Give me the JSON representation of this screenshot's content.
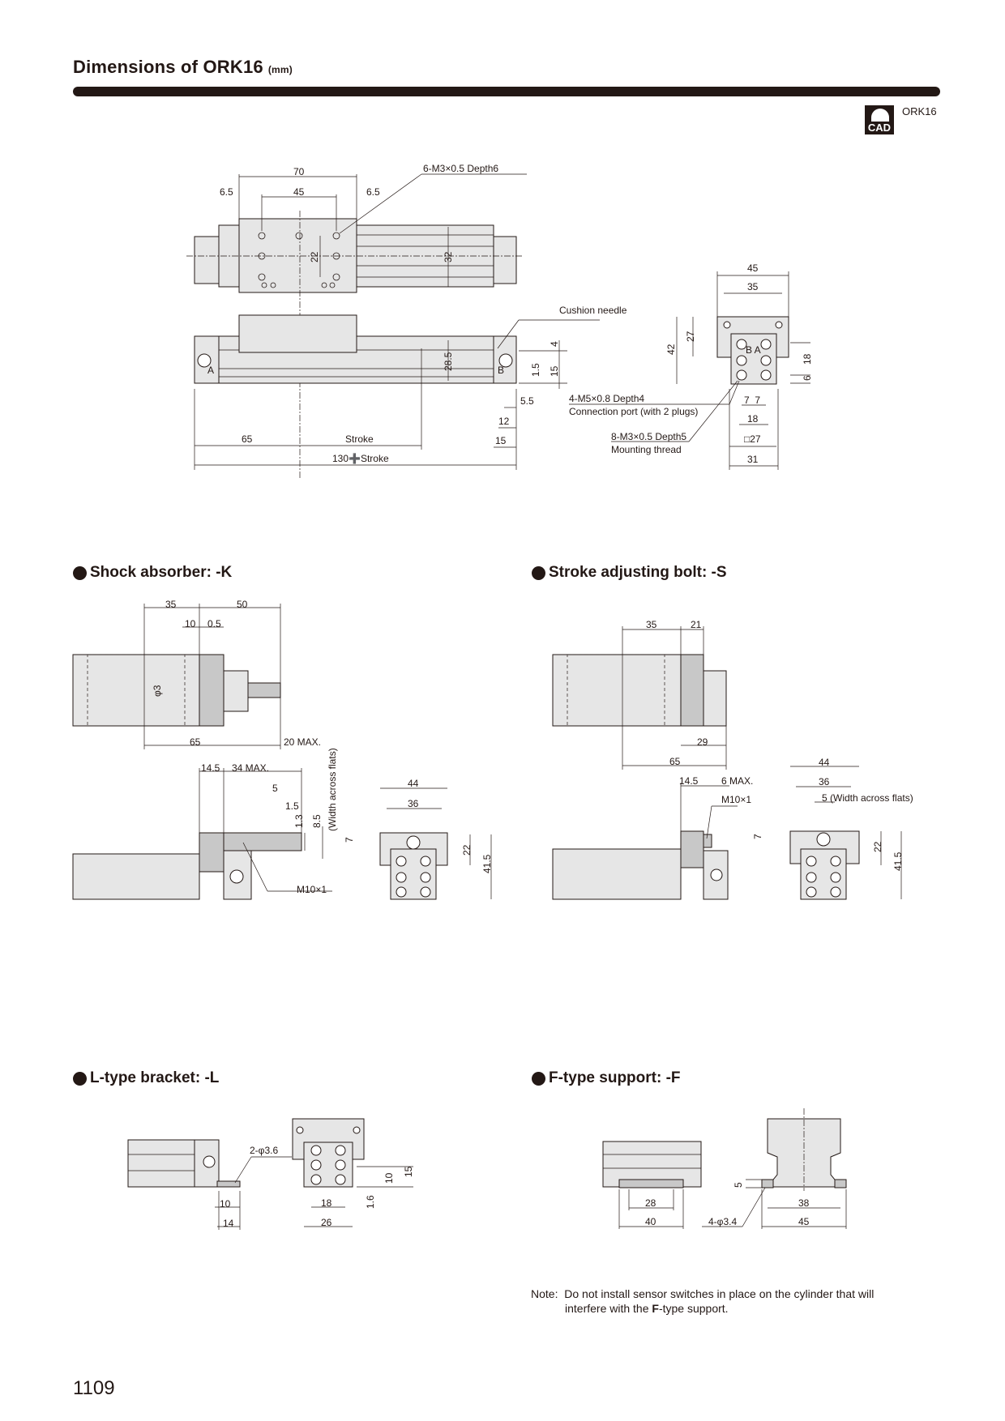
{
  "header": {
    "title": "Dimensions of ORK16",
    "unit": "(mm)",
    "cad_icon_label": "CAD",
    "cad_model": "ORK16"
  },
  "main": {
    "top_view": {
      "d70": "70",
      "d6_5_left": "6.5",
      "d45": "45",
      "d6_5_right": "6.5",
      "thread_note": "6-M3×0.5 Depth6",
      "d22": "22",
      "d32": "32"
    },
    "side_view": {
      "cushion": "Cushion needle",
      "d4": "4",
      "d28_5": "28.5",
      "d1_5": "1.5",
      "d15v": "15",
      "port_a": "A",
      "port_b": "B",
      "d5_5": "5.5",
      "d12": "12",
      "d15": "15",
      "d65": "65",
      "stroke": "Stroke",
      "total": "130➕Stroke"
    },
    "end_view": {
      "d45": "45",
      "d35": "35",
      "d42": "42",
      "d27": "27",
      "d18v": "18",
      "d6": "6",
      "ports": "B A",
      "d7_7": "7  7",
      "d18": "18",
      "sq27": "□27",
      "d31": "31",
      "port_note_1": "4-M5×0.8 Depth4",
      "port_note_2": "Connection port (with 2 plugs)",
      "mount_note_1": "8-M3×0.5 Depth5",
      "mount_note_2": "Mounting thread"
    }
  },
  "shock": {
    "heading": "Shock absorber: -K",
    "d35": "35",
    "d50": "50",
    "d10": "10",
    "d0_5": "0.5",
    "phi3": "φ3",
    "d65": "65",
    "d20max": "20 MAX.",
    "d14_5": "14.5",
    "d34max": "34 MAX.",
    "d5": "5",
    "d1_5": "1.5",
    "d1_3": "1.3",
    "d8_5": "8.5",
    "waf": "(Width across flats)",
    "d7": "7",
    "d44": "44",
    "d36": "36",
    "d22": "22",
    "d41_5": "41.5",
    "thread": "M10×1"
  },
  "stroke_bolt": {
    "heading": "Stroke adjusting bolt: -S",
    "d35": "35",
    "d21": "21",
    "d29": "29",
    "d65": "65",
    "d14_5": "14.5",
    "d6max": "6 MAX.",
    "thread": "M10×1",
    "d44": "44",
    "d36": "36",
    "waf": "5 (Width across flats)",
    "d7": "7",
    "d22": "22",
    "d41_5": "41.5"
  },
  "l_bracket": {
    "heading": "L-type bracket: -L",
    "holes": "2-φ3.6",
    "d10": "10",
    "d14": "14",
    "d18": "18",
    "d26": "26",
    "d1_6": "1.6",
    "d10v": "10",
    "d15v": "15"
  },
  "f_support": {
    "heading": "F-type support: -F",
    "d28": "28",
    "d40": "40",
    "d5": "5",
    "holes": "4-φ3.4",
    "d38": "38",
    "d45": "45"
  },
  "note": {
    "label": "Note:",
    "line1": "Do not install sensor switches in place on the cylinder that will",
    "line2_pre": "interfere with the ",
    "line2_bold": "F",
    "line2_post": "-type support."
  },
  "page_number": "1109"
}
